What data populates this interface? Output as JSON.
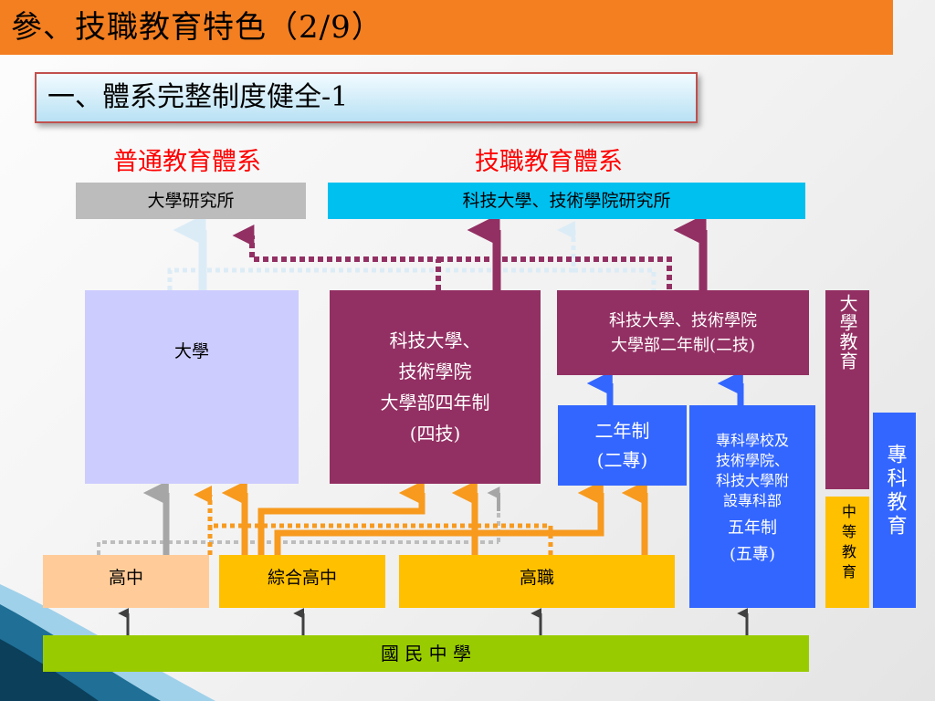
{
  "title": "參、技職教育特色（2/9）",
  "subtitle": "一、體系完整制度健全-1",
  "headings": {
    "general": "普通教育體系",
    "vocational": "技職教育體系"
  },
  "boxes": {
    "grad_institute": "大學研究所",
    "tech_grad_institute": "科技大學、技術學院研究所",
    "university": "大學",
    "four_year": [
      "科技大學、",
      "技術學院",
      "大學部四年制",
      "(四技)"
    ],
    "two_year_upper": [
      "科技大學、技術學院",
      "大學部二年制(二技)"
    ],
    "university_education": "大學教育",
    "two_year_college": [
      "二年制",
      "(二專)"
    ],
    "five_year": [
      "專科學校及",
      "技術學院、",
      "科技大學附",
      "設專科部",
      "五年制",
      "(五專)"
    ],
    "junior_college_education": "專科教育",
    "secondary_education": "中等教育",
    "senior_high": "高中",
    "comprehensive_high": "綜合高中",
    "vocational_high": "高職",
    "junior_high": "國 民 中 學"
  },
  "colors": {
    "title_bar": "#f47f20",
    "subtitle_border": "#c0504d",
    "heading": "#ff0000",
    "grad_gray": "#bcbcbc",
    "tech_cyan": "#00c0f0",
    "university_lavender": "#ccccff",
    "maroon": "#933063",
    "blue": "#3366ff",
    "peach": "#ffcc99",
    "gold": "#ffc000",
    "green": "#99cc00",
    "orange_arrow": "#f79a1e",
    "dotted_gray": "#bdbdbd",
    "light_arrow": "#ddeef7"
  }
}
